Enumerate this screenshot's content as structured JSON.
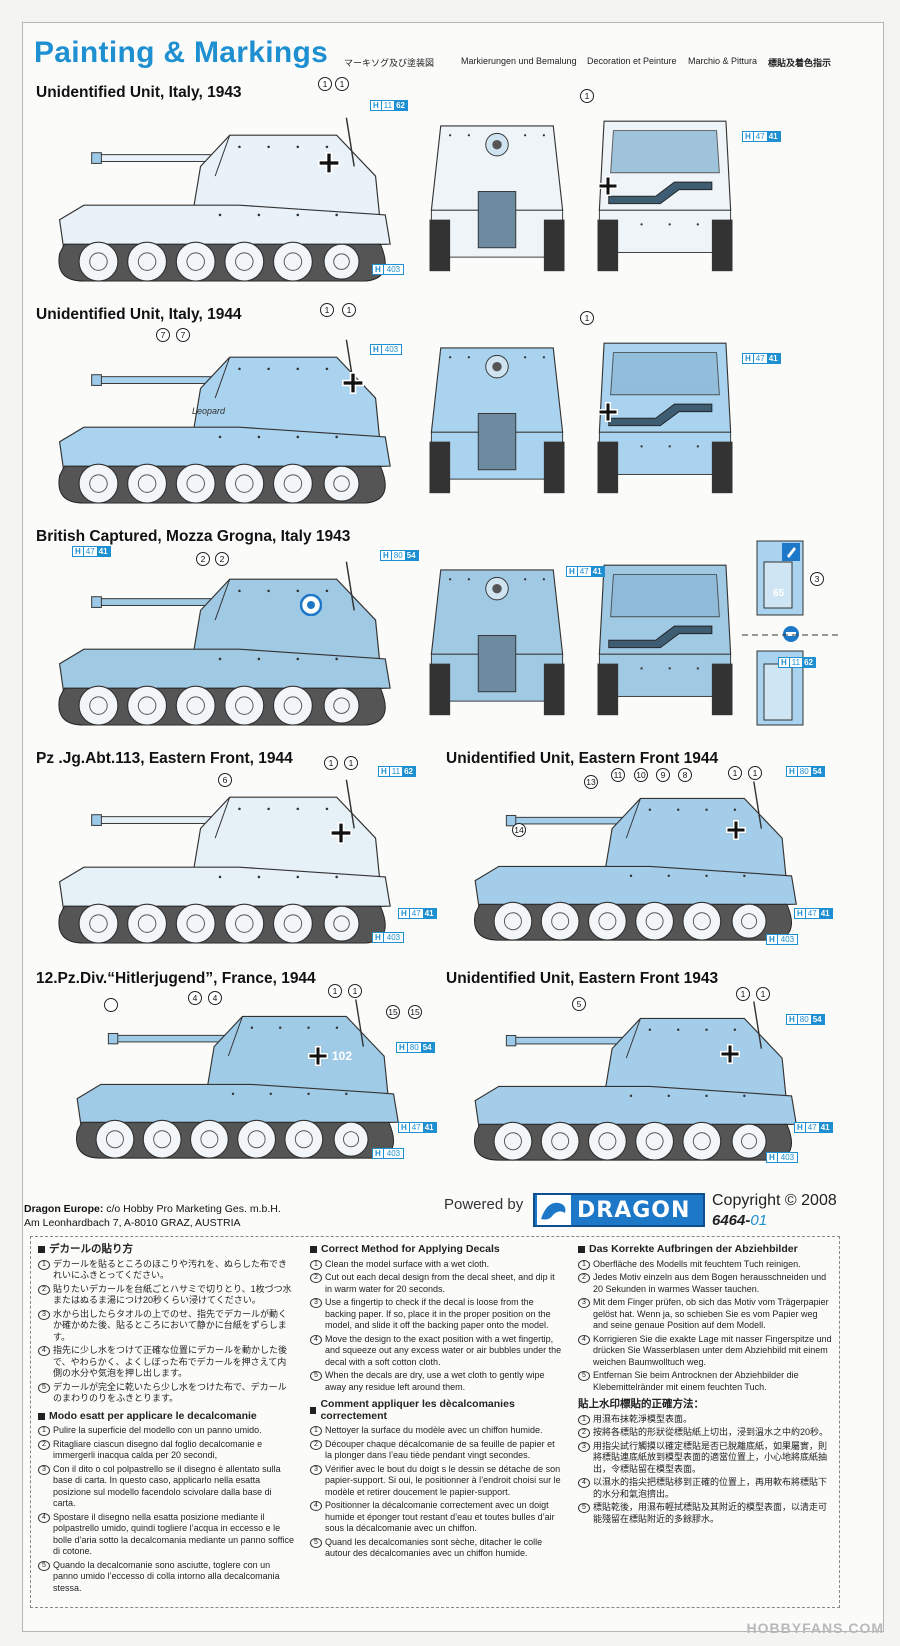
{
  "header": {
    "title": "Painting & Markings",
    "translations": [
      "マーキソグ及び塗装図",
      "Markierungen und Bemalung",
      "Decoration et Peinture",
      "Marchio & Pittura",
      "標貼及着色指示"
    ]
  },
  "schemes": [
    {
      "title": "Unidentified Unit, Italy, 1943"
    },
    {
      "title": "Unidentified Unit, Italy, 1944"
    },
    {
      "title": "British Captured, Mozza Grogna, Italy 1943"
    },
    {
      "title": "Pz .Jg.Abt.113, Eastern Front, 1944"
    },
    {
      "title": "Unidentified Unit, Eastern Front 1944"
    },
    {
      "title": "12.Pz.Div.“Hitlerjugend”, France, 1944"
    },
    {
      "title": "Unidentified Unit, Eastern Front 1943"
    }
  ],
  "callouts": {
    "c1": "1",
    "c2": "2",
    "c3": "3",
    "c4": "4",
    "c5": "5",
    "c6": "6",
    "c7": "7",
    "c8": "8",
    "c9": "9",
    "c10": "10",
    "c11": "11",
    "c13": "13",
    "c14": "14",
    "c15": "15"
  },
  "decals": {
    "h": "H",
    "d1162": [
      "11",
      "62"
    ],
    "d4741": [
      "47",
      "41"
    ],
    "d8054": [
      "80",
      "54"
    ],
    "d403": "403"
  },
  "hull_text": {
    "leopard": "Leopard",
    "n65": "65",
    "n102": "102"
  },
  "footer": {
    "company_label": "Dragon Europe:",
    "company_line1": " c/o Hobby Pro Marketing Ges. m.b.H.",
    "company_line2": "Am Leonhardbach 7, A-8010 GRAZ, AUSTRIA",
    "powered_by": "Powered by",
    "brand": "DRAGON",
    "copyright": "Copyright © 2008",
    "kit_number_main": "6464-",
    "kit_number_suffix": "01"
  },
  "instructions": {
    "jp": {
      "title": "デカールの貼り方",
      "steps": [
        "デカールを貼るところのほこりや汚れを、ぬらした布できれいにふきとってください。",
        "貼りたいデカールを台紙ごとハサミで切りとり、1枚づつ水またはぬるま湯につけ20秒くらい浸けてください。",
        "水から出したらタオルの上でのせ、指先でデカールが動くか確かめた後、貼るところにおいて静かに台紙をずらします。",
        "指先に少し水をつけて正確な位置にデカールを動かした後で、やわらかく、よくしぼった布でデカールを押さえて内側の水分や気泡を押し出します。",
        "デカールが完全に乾いたら少し水をつけた布で、デカールのまわりのりをふきとります。"
      ]
    },
    "it": {
      "title": "Modo esatt per applicare le decalcomanie",
      "steps": [
        "Pulire la superficie del modello con un panno umido.",
        "Ritagliare ciascun disegno dal foglio decalcomanie e immergerli inacqua calda per 20 secondi,",
        "Con il dito o col polpastrello se il disegno è allentato sulla base di carta. In questo caso, applicarlo nella esatta posizione sul modello facendolo scivolare dalla base di carta.",
        "Spostare il disegno nella esatta posizione mediante il polpastrello umido, quindi togliere l’acqua in eccesso e le bolle d’aria sotto la decalcomania mediante un panno soffice di cotone.",
        "Quando la decalcomanie sono asciutte, toglere con un panno umido l’eccesso di colla intorno alla decalcomania stessa."
      ]
    },
    "en": {
      "title": "Correct Method for Applying Decals",
      "steps": [
        "Clean the model surface with a wet cloth.",
        "Cut out each decal design from the decal sheet, and dip it in warm water for 20 seconds.",
        "Use a fingertip to check if the decal is loose from the backing paper. If so, place it in the proper position on the model, and slide it off the backing paper onto the model.",
        "Move the design to the exact position with a wet fingertip, and squeeze out any excess water or air bubbles under the decal with a soft cotton cloth.",
        "When the decals are dry, use a wet cloth to gently wipe away any residue left around them."
      ]
    },
    "fr": {
      "title": "Comment appliquer les dècalcomanies correctement",
      "steps": [
        "Nettoyer la surface du modèle avec un chiffon humide.",
        "Découper chaque décalcomanie de sa feuille de papier et la plonger dans l’eau tiède pendant vingt secondes.",
        "Vérifier avec le bout du doigt s le dessin se détache de son papier-support. Si oui, le positionner à l’endroit choisi sur le modèle et retirer doucement le papier-support.",
        "Positionner la décalcomanie correctement avec un doigt humide et éponger tout restant d’eau et toutes bulles d’air sous la décalcomanie avec un chiffon.",
        "Quand les decalcomanies sont sèche, ditacher le colle autour des décalcomanies avec un chiffon humide."
      ]
    },
    "de": {
      "title": "Das Korrekte Aufbringen der Abziehbilder",
      "steps": [
        "Oberfläche des Modells mit feuchtem Tuch reinigen.",
        "Jedes Motiv einzeln aus dem Bogen herausschneiden und 20 Sekunden in warmes Wasser tauchen.",
        "Mit dem Finger prüfen, ob sich das Motiv vom Trägerpapier gelöst hat. Wenn ja, so schieben Sie es vom Papier weg and seine genaue Position auf dem Modell.",
        "Korrigieren Sie die exakte Lage mit nasser Fingerspitze und drücken Sie Wasserblasen unter dem Abziehbild mit einem weichen Baumwolltuch weg.",
        "Entfernan Sie beim Antrocknen der Abziehbilder die Klebemittelränder mit einem feuchten Tuch."
      ]
    },
    "zh": {
      "title": "貼上水印標貼的正確方法：",
      "steps": [
        "用濕布抹乾淨模型表面。",
        "按將各標貼的形狀從標貼紙上切出，浸到溫水之中約20秒。",
        "用指尖試行觸摸以確定標貼是否已脫離底紙，如果屬實，則將標貼連底紙放到模型表面的適當位置上，小心地將底紙抽出，令標貼留在模型表面。",
        "以濕水的指尖把標貼移到正確的位置上，再用軟布將標貼下的水分和氣泡擠出。",
        "標貼乾後，用濕布輕拭標貼及其附近的模型表面，以清走可能殘留在標貼附近的多餘膠水。"
      ]
    }
  },
  "watermark": "HOBBYFANS.COM"
}
